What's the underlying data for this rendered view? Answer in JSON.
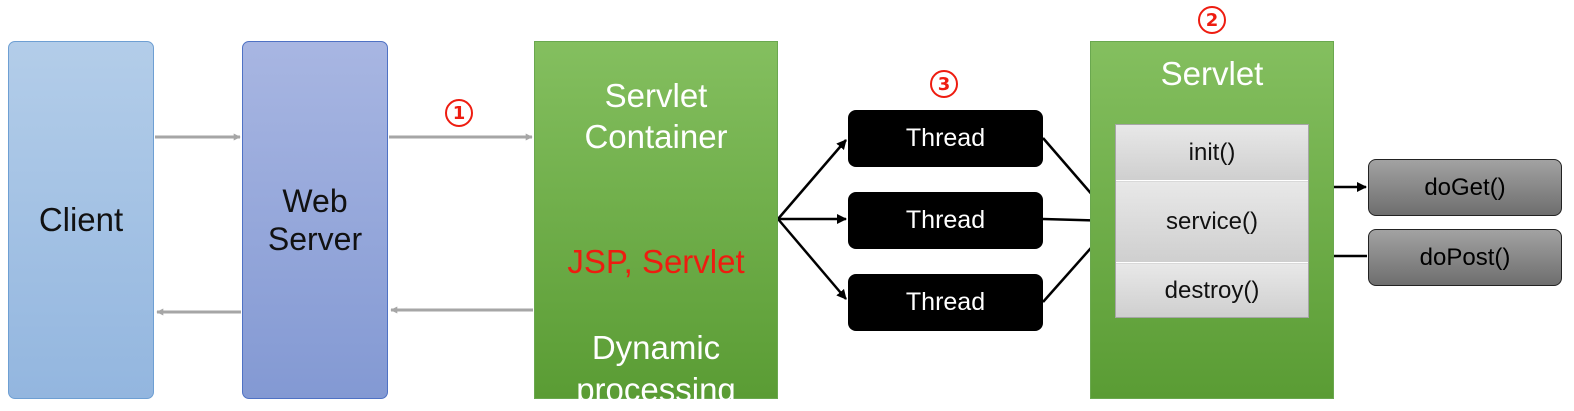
{
  "nodes": {
    "client": "Client",
    "web_server": [
      "Web",
      "Server"
    ],
    "servlet_container": {
      "title": [
        "Servlet",
        "Container"
      ],
      "highlight": "JSP, Servlet",
      "description": [
        "Dynamic",
        "processing"
      ]
    },
    "threads": [
      "Thread",
      "Thread",
      "Thread"
    ],
    "servlet": {
      "title": "Servlet",
      "methods": [
        "init()",
        "service()",
        "destroy()"
      ]
    },
    "handlers": [
      "doGet()",
      "doPost()"
    ]
  },
  "markers": [
    "1",
    "2",
    "3"
  ],
  "colors": {
    "marker": "#ee1c10",
    "highlight_text": "#ee1c10",
    "arrow_gray": "#a6a6a6",
    "arrow_black": "#000000"
  }
}
